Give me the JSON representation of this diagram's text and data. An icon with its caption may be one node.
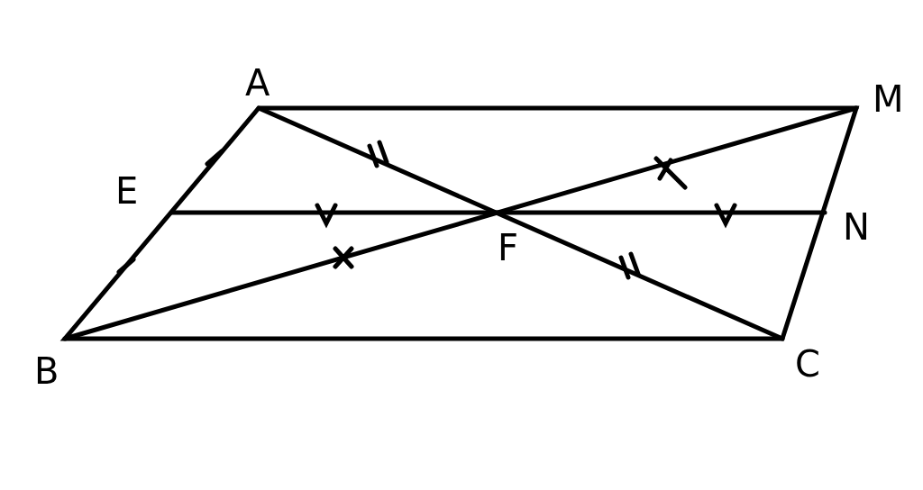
{
  "diagram": {
    "labels": [
      "A",
      "M",
      "E",
      "N",
      "F",
      "B",
      "C"
    ]
  }
}
